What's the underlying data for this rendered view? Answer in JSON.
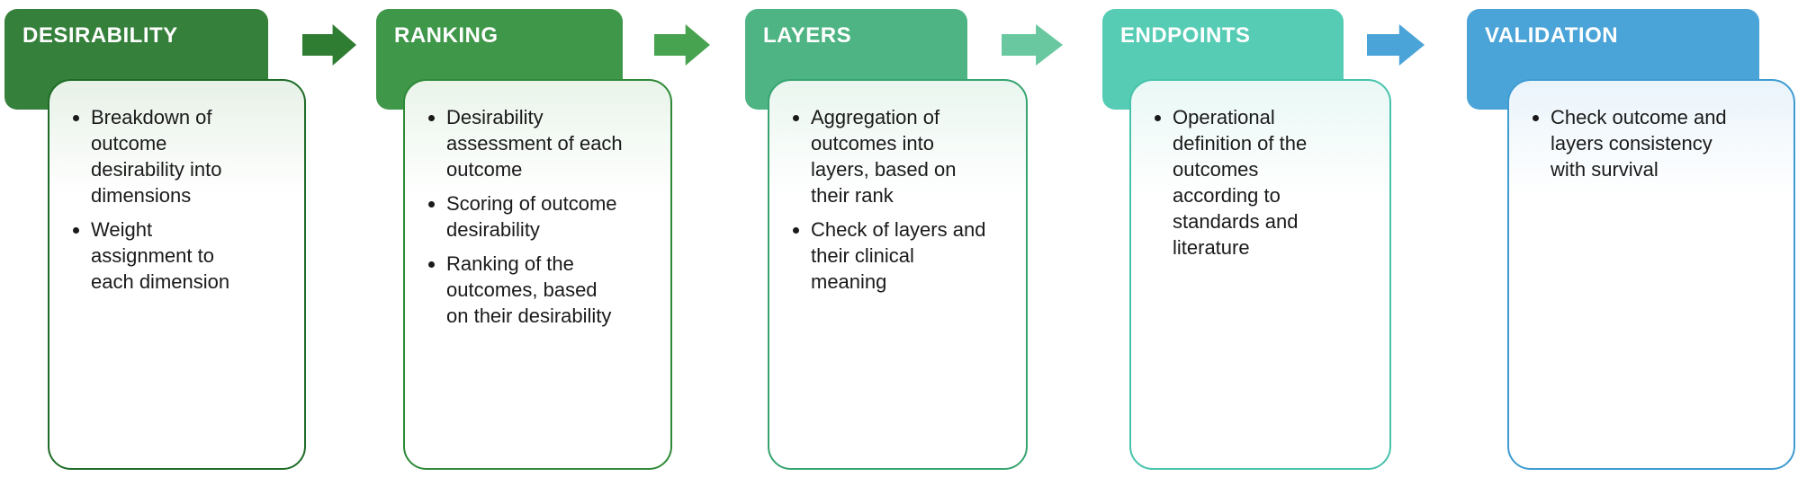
{
  "stages": [
    {
      "label": "DESIRABILITY",
      "header_color": "#35803B",
      "border_color": "#1E6B27",
      "tint_color": "#E7F1E7",
      "bullets": [
        "Breakdown of outcome desirability into dimensions",
        "Weight assignment to each dimension"
      ]
    },
    {
      "label": "RANKING",
      "header_color": "#3F9749",
      "border_color": "#2E8A37",
      "tint_color": "#E9F4EA",
      "bullets": [
        "Desirability assessment of each outcome",
        "Scoring of outcome desirability",
        "Ranking of the outcomes, based on their desirability"
      ]
    },
    {
      "label": "LAYERS",
      "header_color": "#4FB483",
      "border_color": "#35A470",
      "tint_color": "#EAF6EF",
      "bullets": [
        "Aggregation of outcomes into layers, based on their rank",
        "Check of layers and their clinical meaning"
      ]
    },
    {
      "label": "ENDPOINTS",
      "header_color": "#56CCB5",
      "border_color": "#48C3AB",
      "tint_color": "#E9F8F5",
      "bullets": [
        "Operational definition of the outcomes according to standards and literature"
      ]
    },
    {
      "label": "VALIDATION",
      "header_color": "#4BA4D8",
      "border_color": "#3E9CD2",
      "tint_color": "#EAF4FB",
      "bullets": [
        "Check outcome and layers consistency with survival"
      ]
    }
  ],
  "arrows": [
    {
      "name": "desirability-to-ranking",
      "color": "#2E7D33"
    },
    {
      "name": "ranking-to-layers",
      "color": "#47A350"
    },
    {
      "name": "layers-to-endpoints",
      "color": "#69C89F"
    },
    {
      "name": "endpoints-to-validation",
      "color": "#4BA4D8"
    }
  ]
}
